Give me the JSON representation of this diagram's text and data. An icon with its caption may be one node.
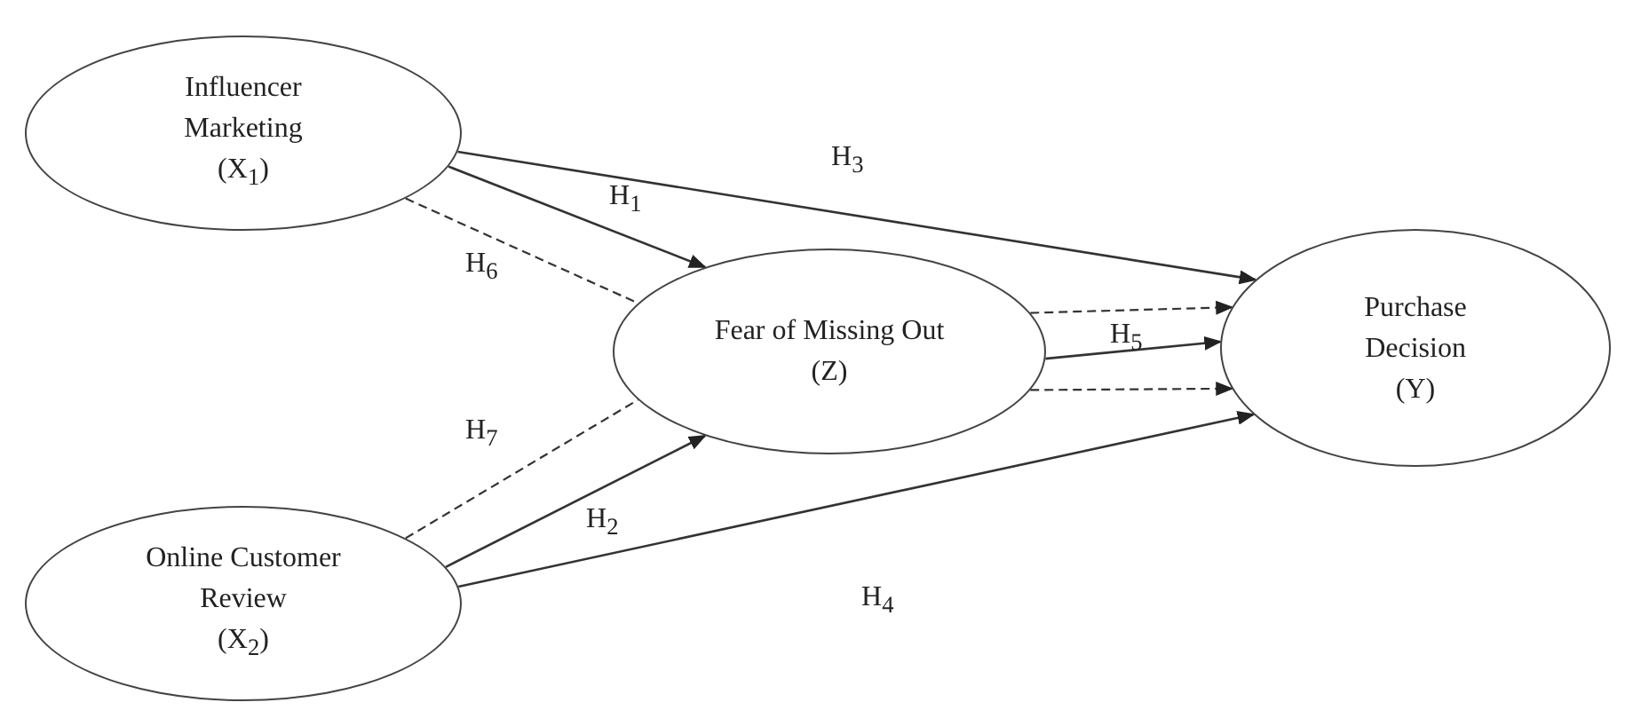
{
  "diagram": {
    "nodes": [
      {
        "text": [
          "Influencer Marketing",
          "(X$_{1}$)"
        ]
      },
      {
        "text": [
          "Fear of Missing Out",
          "(Z)"
        ]
      },
      {
        "text": [
          "Purchase Decision",
          "(Y)"
        ]
      },
      {
        "text": [
          "Online Customer Review",
          "(X$_{2}$)"
        ]
      }
    ],
    "edges": [
      {
        "from": 0,
        "to": 1,
        "arrow": "to",
        "label": "H$_{1}$"
      },
      {
        "from": 0,
        "to": 2,
        "arrow": "to",
        "label": "H$_{3}$"
      },
      {
        "from": 0,
        "to": 1,
        "arrow": "none",
        "label": "H$_{6}$",
        "style": "dashed"
      },
      {
        "from": 3,
        "to": 1,
        "arrow": "none",
        "label": "H$_{7}$",
        "style": "dashed"
      },
      {
        "from": 3,
        "to": 1,
        "arrow": "to",
        "label": "H$_{2}$"
      },
      {
        "from": 3,
        "to": 2,
        "arrow": "to",
        "label": "H$_{4}$"
      },
      {
        "from": 1,
        "to": 2,
        "arrow": "to",
        "label": "H$_{5}$"
      },
      {
        "from": 1,
        "to": 2,
        "arrow": "to",
        "style": "dashed"
      },
      {
        "from": 1,
        "to": 2,
        "arrow": "to",
        "style": "dashed"
      }
    ]
  }
}
